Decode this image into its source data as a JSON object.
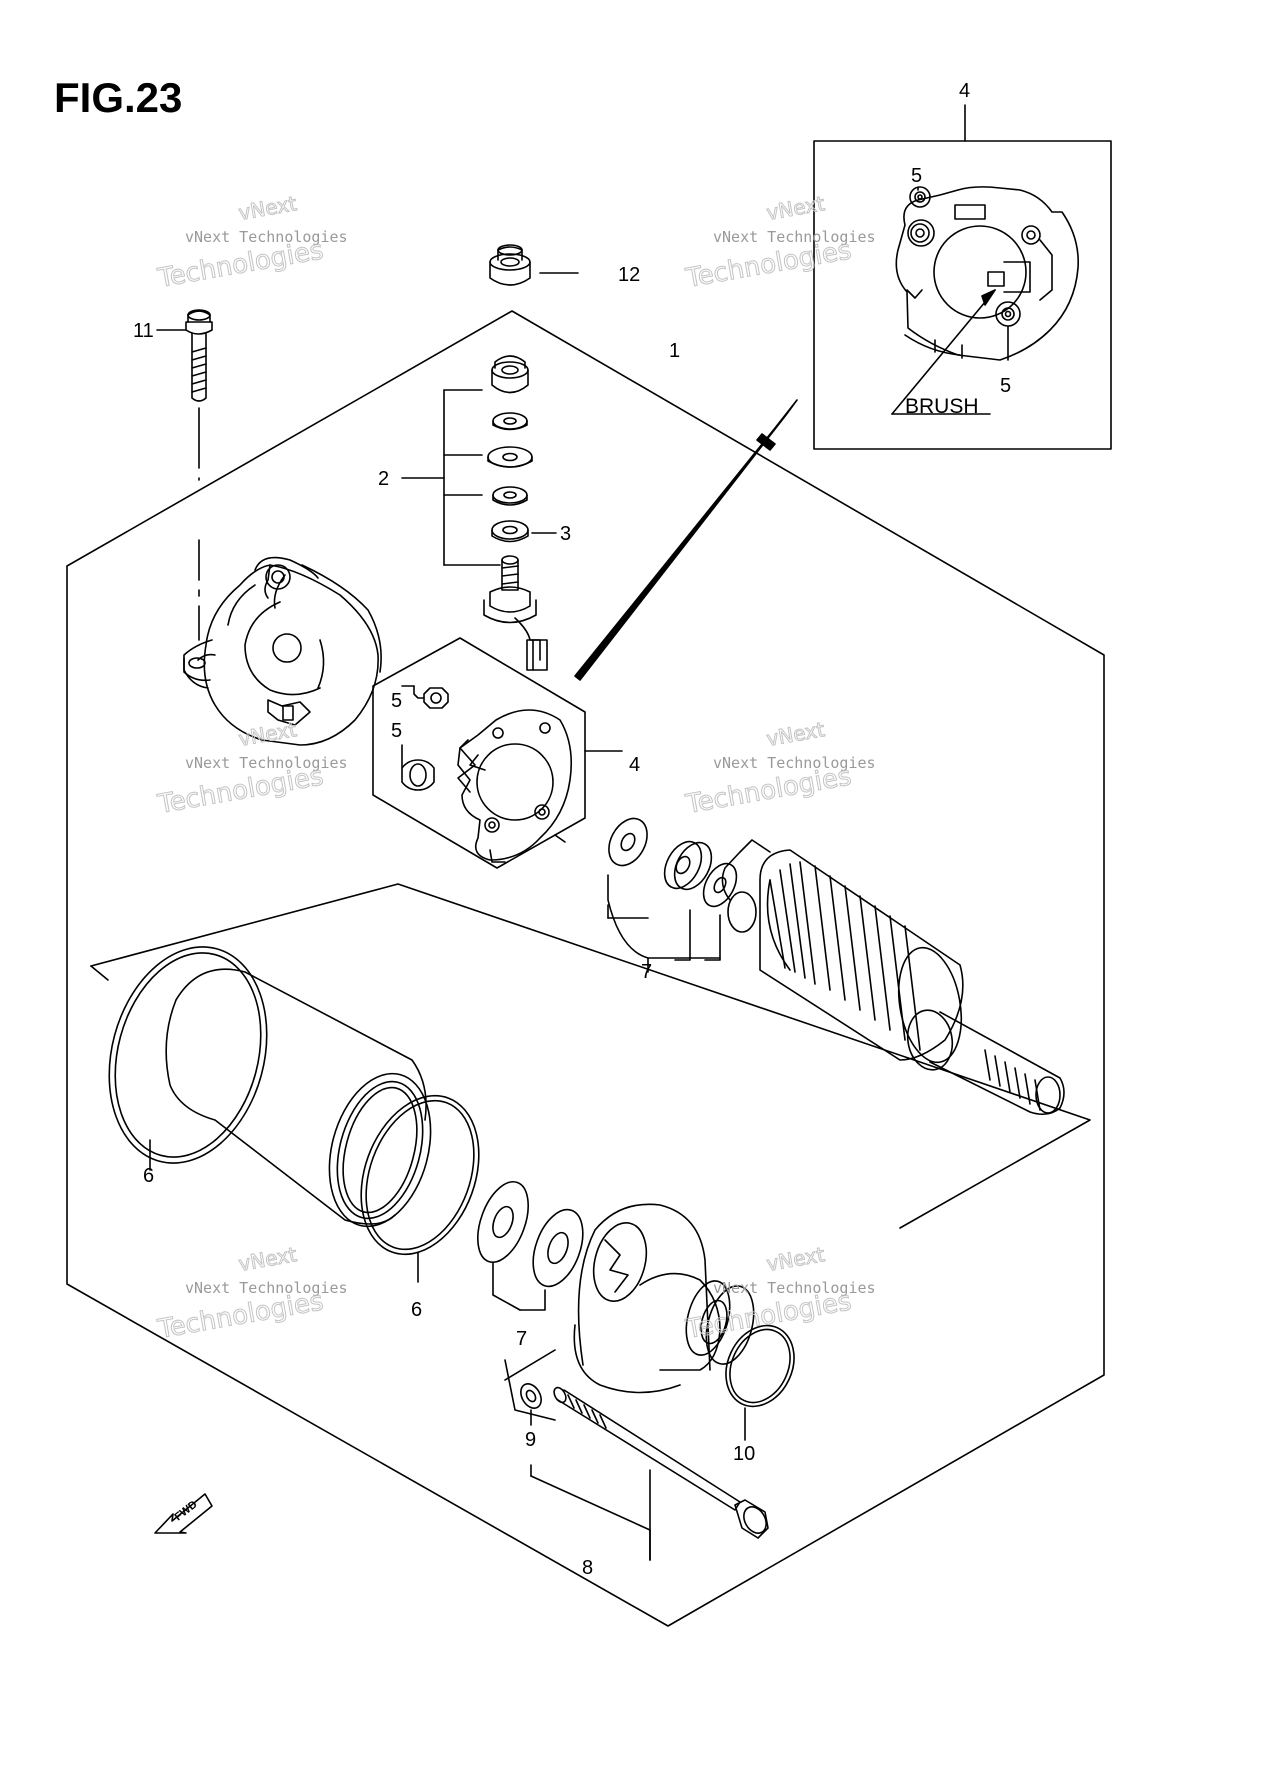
{
  "figure": {
    "title": "FIG.23"
  },
  "callouts": [
    "1",
    "2",
    "3",
    "4",
    "4",
    "5",
    "5",
    "5",
    "5",
    "6",
    "6",
    "7",
    "7",
    "8",
    "9",
    "10",
    "11",
    "12"
  ],
  "labels": {
    "brush": "BRUSH",
    "fwd": "FWD"
  },
  "watermark": {
    "line1": "vNext Technologies",
    "line2": "Technologies",
    "line3": "vNext"
  }
}
